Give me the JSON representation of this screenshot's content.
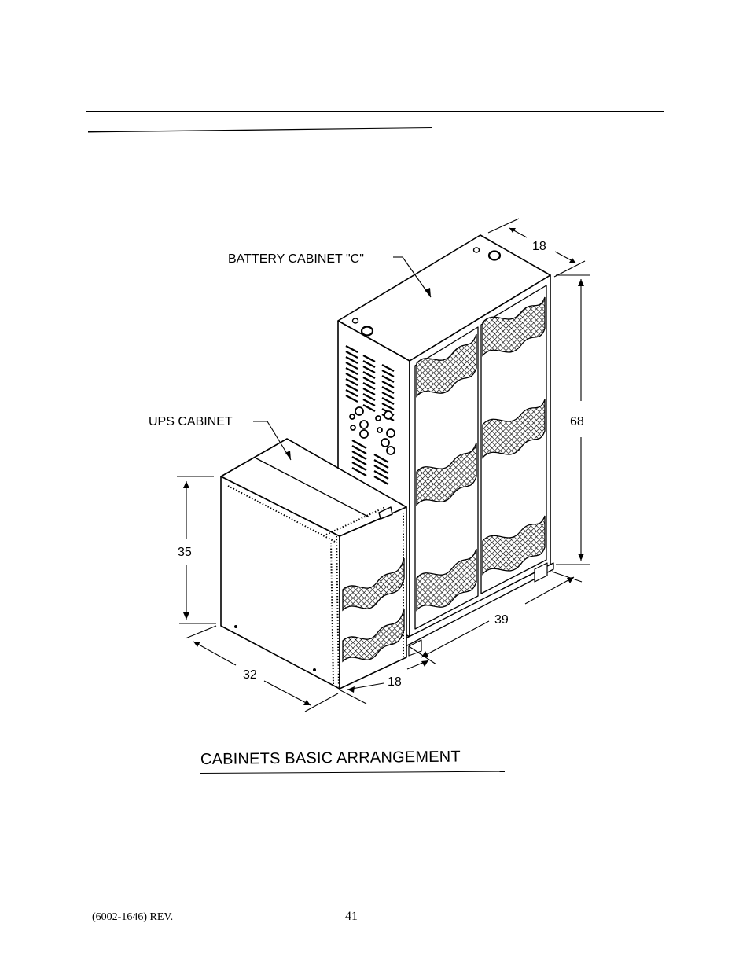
{
  "diagram": {
    "labels": {
      "battery_cabinet": "BATTERY CABINET \"C\"",
      "ups_cabinet": "UPS CABINET"
    },
    "dimensions": {
      "battery_depth": "18",
      "battery_height": "68",
      "battery_width": "39",
      "ups_depth": "18",
      "ups_height": "35",
      "ups_width": "32"
    }
  },
  "caption": "CABINETS BASIC ARRANGEMENT",
  "footer": {
    "doc_ref": "(6002-1646) REV.",
    "page_number": "41"
  }
}
